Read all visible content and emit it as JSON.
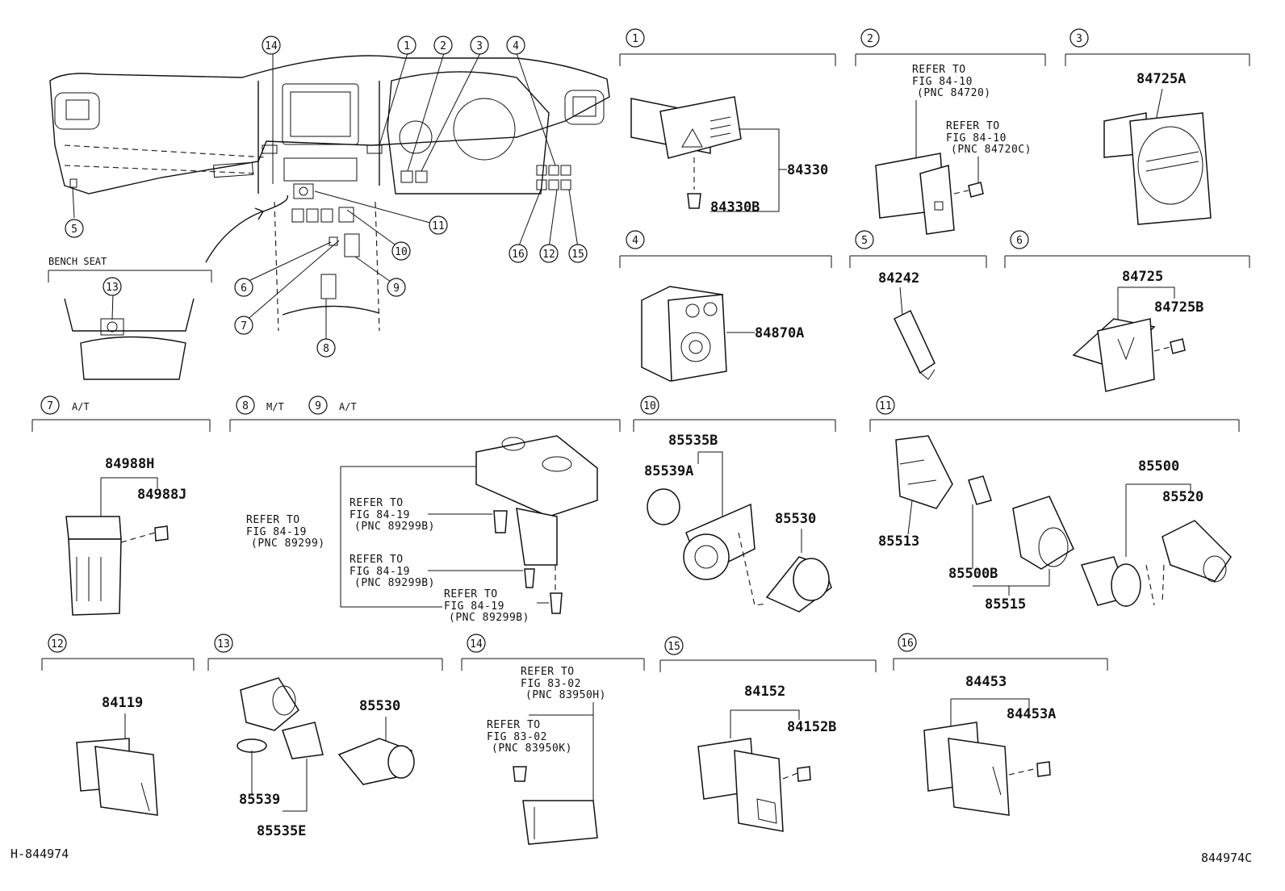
{
  "overview": {
    "callouts": [
      "1",
      "2",
      "3",
      "4",
      "5",
      "6",
      "7",
      "8",
      "9",
      "10",
      "11",
      "12",
      "13",
      "14",
      "15",
      "16"
    ],
    "bench_seat_label": "BENCH SEAT"
  },
  "sections": [
    {
      "num": "1",
      "parts": [
        "84330",
        "84330B"
      ]
    },
    {
      "num": "2",
      "refs": [
        [
          "REFER TO",
          "FIG 84-10",
          "(PNC 84720)"
        ],
        [
          "REFER TO",
          "FIG 84-10",
          "(PNC 84720C)"
        ]
      ]
    },
    {
      "num": "3",
      "parts": [
        "84725A"
      ]
    },
    {
      "num": "4",
      "parts": [
        "84870A"
      ]
    },
    {
      "num": "5",
      "parts": [
        "84242"
      ]
    },
    {
      "num": "6",
      "parts": [
        "84725",
        "84725B"
      ]
    },
    {
      "num": "7",
      "note": "A/T",
      "parts": [
        "84988H",
        "84988J"
      ]
    },
    {
      "num": "8",
      "note": "M/T",
      "num2": "9",
      "note2": "A/T",
      "refs": [
        [
          "REFER TO",
          "FIG 84-19",
          "(PNC 89299)"
        ],
        [
          "REFER TO",
          "FIG 84-19",
          "(PNC 89299B)"
        ],
        [
          "REFER TO",
          "FIG 84-19",
          "(PNC 89299B)"
        ],
        [
          "REFER TO",
          "FIG 84-19",
          "(PNC 89299B)"
        ]
      ]
    },
    {
      "num": "10",
      "parts": [
        "85535B",
        "85539A",
        "85530"
      ]
    },
    {
      "num": "11",
      "parts": [
        "85513",
        "85500B",
        "85515",
        "85500",
        "85520"
      ]
    },
    {
      "num": "12",
      "parts": [
        "84119"
      ]
    },
    {
      "num": "13",
      "parts": [
        "85530",
        "85539",
        "85535E"
      ]
    },
    {
      "num": "14",
      "refs": [
        [
          "REFER TO",
          "FIG 83-02",
          "(PNC 83950H)"
        ],
        [
          "REFER TO",
          "FIG 83-02",
          "(PNC 83950K)"
        ]
      ]
    },
    {
      "num": "15",
      "parts": [
        "84152",
        "84152B"
      ]
    },
    {
      "num": "16",
      "parts": [
        "84453",
        "84453A"
      ]
    }
  ],
  "footer": {
    "left_code": "H-844974",
    "right_code": "844974C"
  }
}
